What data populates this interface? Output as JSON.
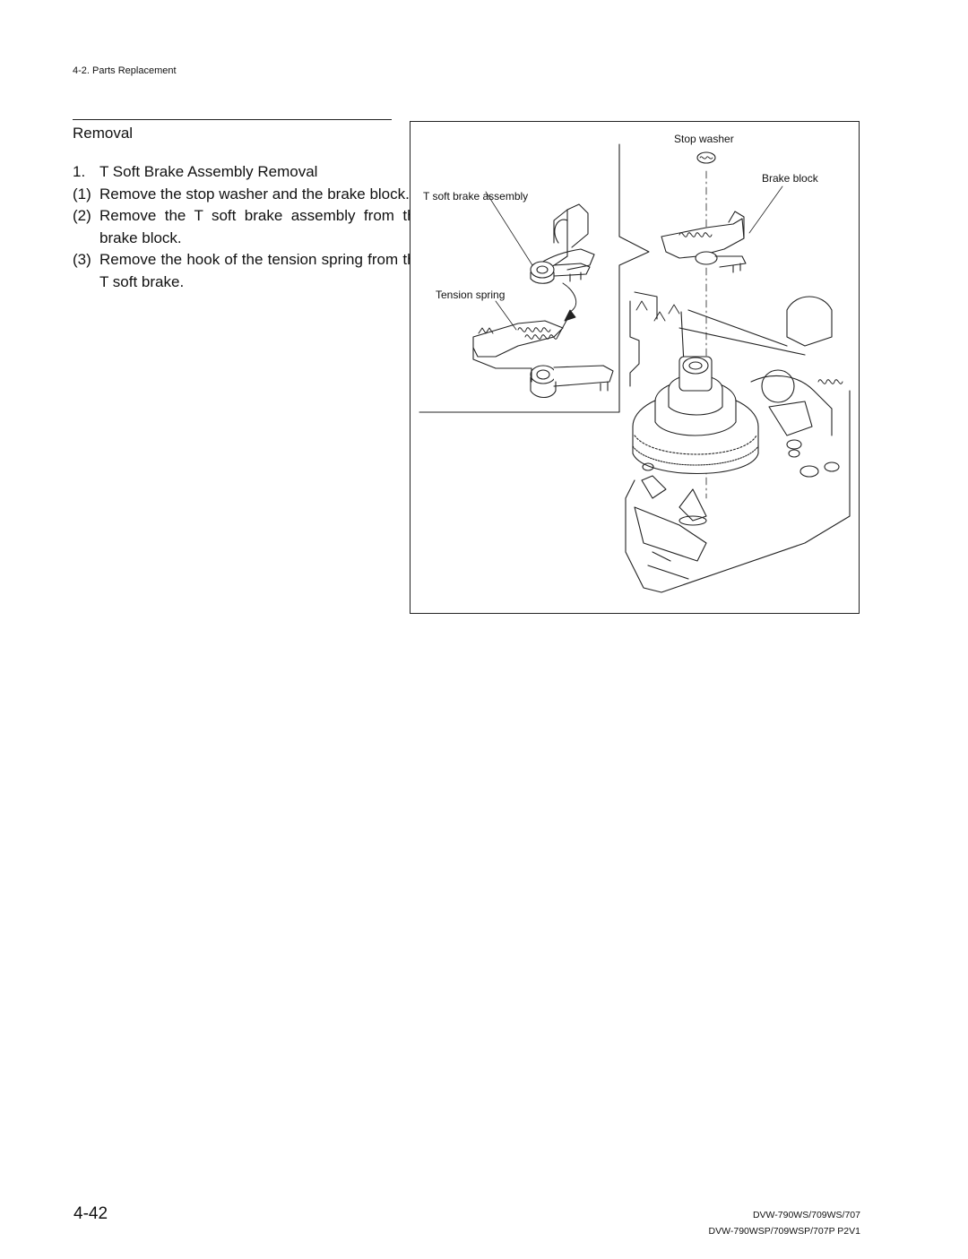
{
  "header": {
    "section": "4-2. Parts Replacement"
  },
  "main": {
    "title": "Removal",
    "heading_num": "1.",
    "heading": "T Soft Brake Assembly Removal",
    "steps": [
      {
        "num": "(1)",
        "text": "Remove the stop washer and the brake block."
      },
      {
        "num": "(2)",
        "text": "Remove the T soft brake assembly from the brake block."
      },
      {
        "num": "(3)",
        "text": "Remove the hook of the tension spring from the T soft brake."
      }
    ]
  },
  "figure": {
    "labels": {
      "stop_washer": "Stop washer",
      "brake_block": "Brake block",
      "t_soft_brake_assembly": "T soft brake assembly",
      "tension_spring": "Tension spring"
    }
  },
  "footer": {
    "page_number": "4-42",
    "model_line1": "DVW-790WS/709WS/707",
    "model_line2": "DVW-790WSP/709WSP/707P P2V1"
  }
}
